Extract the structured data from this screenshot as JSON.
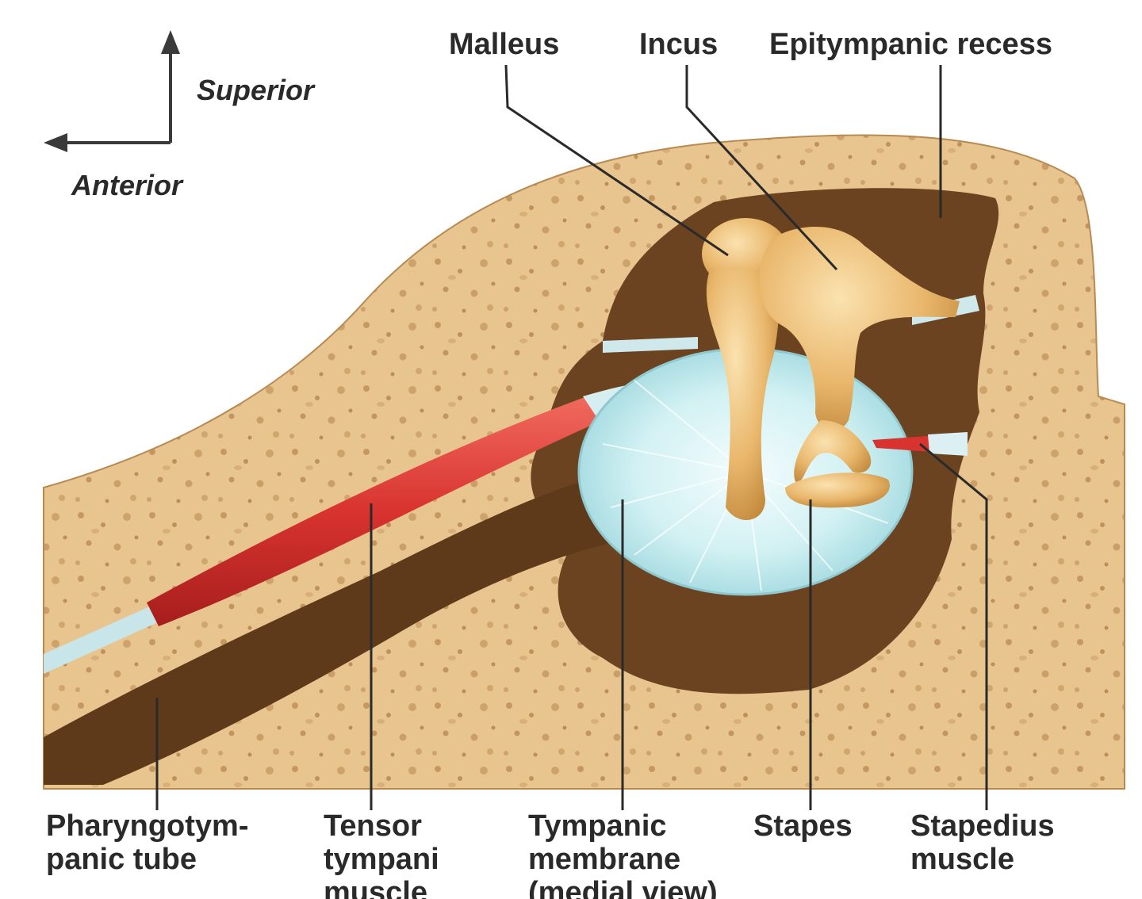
{
  "orientation": {
    "vertical": "Superior",
    "horizontal": "Anterior"
  },
  "top_labels": {
    "malleus": "Malleus",
    "incus": "Incus",
    "epitympanic_recess": "Epitympanic recess"
  },
  "bottom_labels": {
    "pharyngotympanic_tube": [
      "Pharyngotym-",
      "panic tube"
    ],
    "tensor_tympani": [
      "Tensor",
      "tympani",
      "muscle"
    ],
    "tympanic_membrane": [
      "Tympanic",
      "membrane",
      "(medial view)"
    ],
    "stapes": "Stapes",
    "stapedius": [
      "Stapedius",
      "muscle"
    ]
  },
  "colors": {
    "bone": "#e8c48e",
    "bone_spots": "#b8864e",
    "cavity": "#6b4320",
    "ossicle": "#e9b76c",
    "membrane": "#c4ecef",
    "muscle": "#d8332f",
    "tendon": "#cfe8ec",
    "leader_line": "#2a2a2a"
  }
}
